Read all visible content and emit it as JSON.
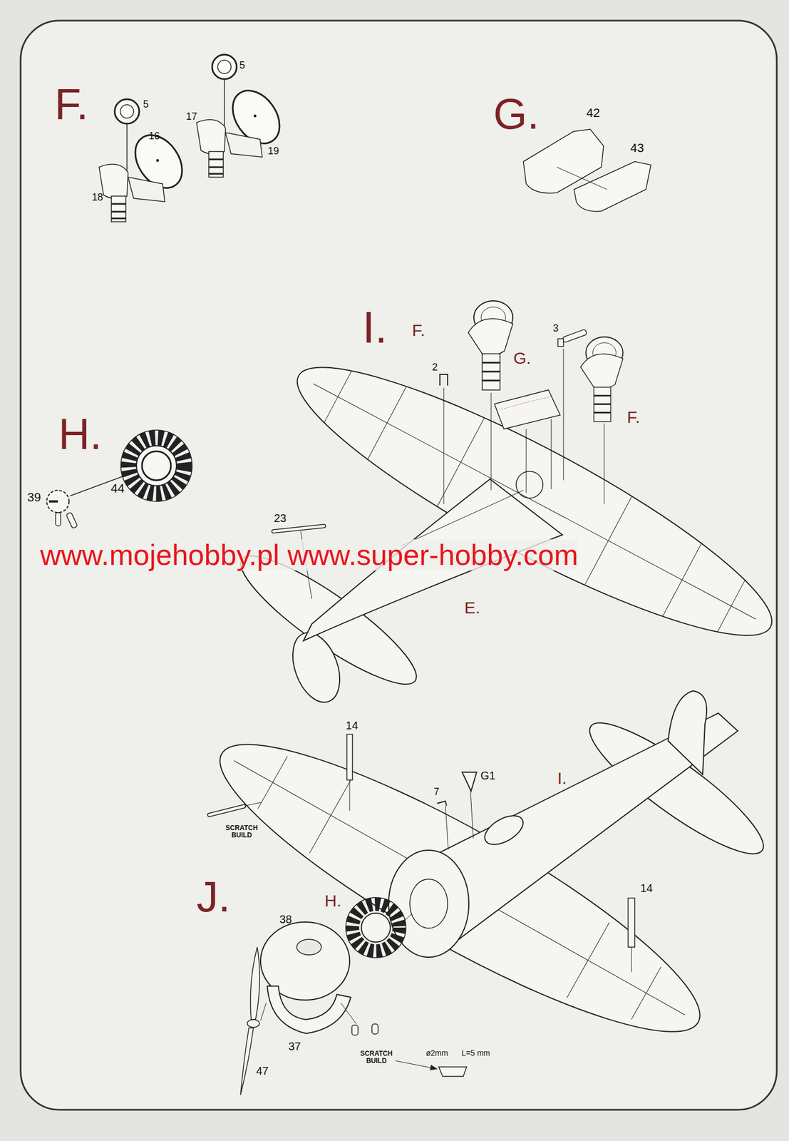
{
  "diagram": {
    "labels": [
      "F.",
      "5",
      "16",
      "18",
      "5",
      "17",
      "19",
      "G.",
      "42",
      "43",
      "I.",
      "F.",
      "3",
      "G.",
      "2",
      "F.",
      "H.",
      "39",
      "44",
      "23",
      "www.mojehobby.pl www.super-hobby.com",
      "E.",
      "14",
      "G1",
      "I.",
      "7",
      "SCRATCH BUILD",
      "J.",
      "H.",
      "38",
      "14",
      "37",
      "47",
      "SCRATCH BUILD",
      "ø2mm",
      "L=5 mm"
    ]
  }
}
